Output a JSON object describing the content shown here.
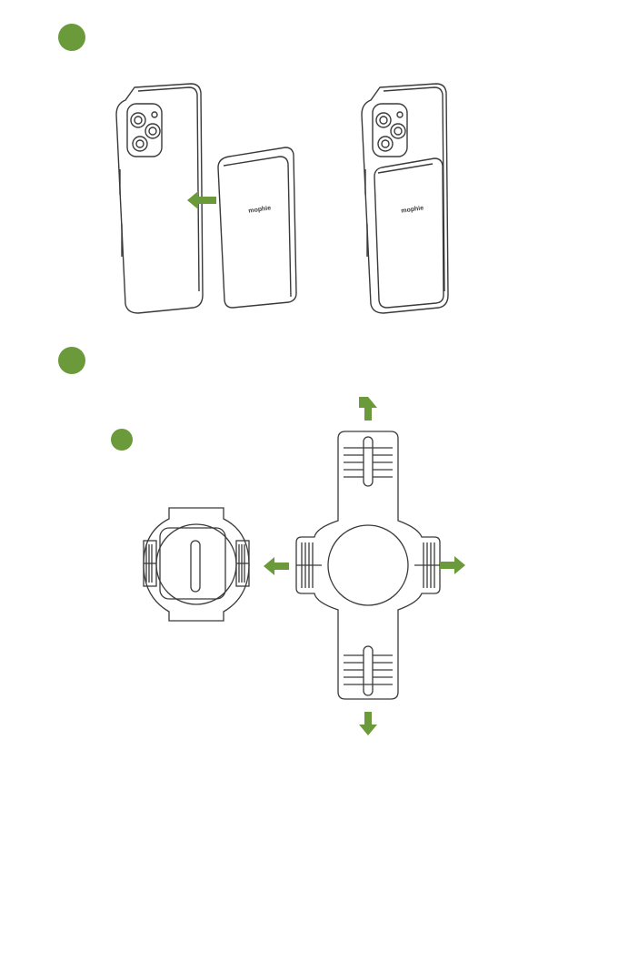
{
  "colors": {
    "accent_green": "#6a9a3a",
    "line": "#3a3a3a",
    "background": "#ffffff"
  },
  "steps": [
    {
      "marker": "step-1-dot"
    },
    {
      "marker": "step-2-dot"
    },
    {
      "marker": "step-2-sub-dot"
    }
  ],
  "step1": {
    "brand_mark": "mophie"
  }
}
